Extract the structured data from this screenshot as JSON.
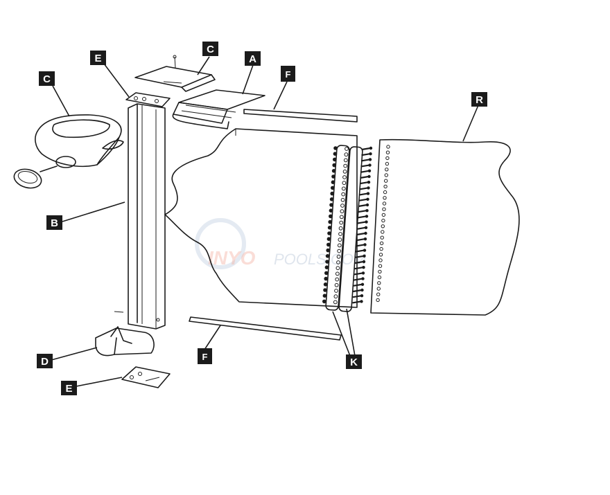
{
  "diagram": {
    "labels": {
      "a": "A",
      "b": "B",
      "c_top": "C",
      "c_left": "C",
      "d": "D",
      "e_top": "E",
      "e_bottom": "E",
      "f_top": "F",
      "f_bottom": "F",
      "k": "K",
      "r": "R"
    },
    "watermark": {
      "brand": "INYO",
      "suffix": "POOLS.COM"
    }
  }
}
